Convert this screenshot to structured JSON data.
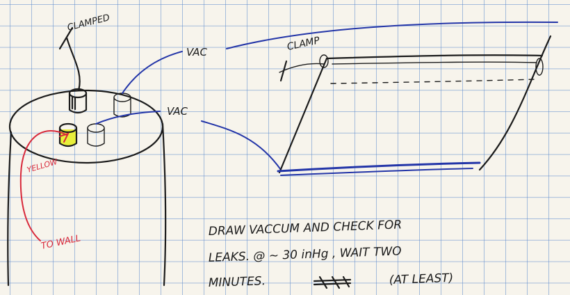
{
  "labels": {
    "clamped": "CLAMPED",
    "clamp": "CLAMP",
    "vac_top": "VAC",
    "vac_mid": "VAC",
    "yellow": "YELLOW",
    "to_wall": "TO WALL"
  },
  "note": {
    "line1": "DRAW VACCUM AND CHECK FOR",
    "line2": "LEAKS. @ ~ 30 inHg , WAIT TWO",
    "line3_a": "MINUTES.",
    "line3_b": "(AT LEAST)"
  },
  "colors": {
    "grid": "#5f8ccd",
    "paper": "#f7f4ec",
    "ink": "#1b1b1b",
    "blue_line": "#2335a8",
    "red_line": "#d8283a",
    "yellow_port": "#e8ef3a"
  }
}
